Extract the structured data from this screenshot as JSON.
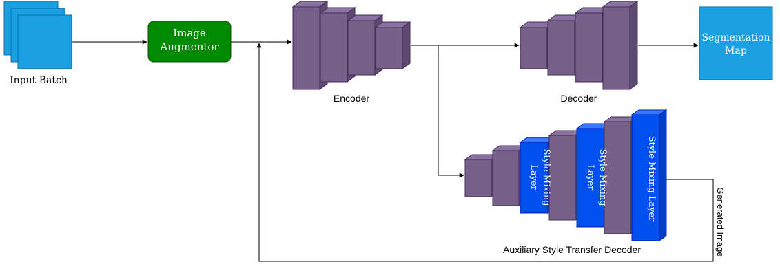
{
  "input": {
    "label": "Input Batch"
  },
  "augmentor": {
    "line1": "Image",
    "line2": "Augmentor"
  },
  "encoder": {
    "label": "Encoder"
  },
  "decoder": {
    "label": "Decoder"
  },
  "output": {
    "line1": "Segmentation",
    "line2": "Map"
  },
  "aux": {
    "label": "Auxiliary Style Transfer Decoder",
    "style1_line1": "Style Mixing",
    "style1_line2": "Layer",
    "style2_line1": "Style Mixing",
    "style2_line2": "Layer",
    "style3": "Style Mixing Layer"
  },
  "feedback": {
    "label": "Generated Image"
  },
  "colors": {
    "input_blue": "#1ba1e2",
    "augmentor_green": "#008a00",
    "block_purple": "#76608a",
    "style_blue": "#0050ef",
    "edge": "#000000"
  }
}
